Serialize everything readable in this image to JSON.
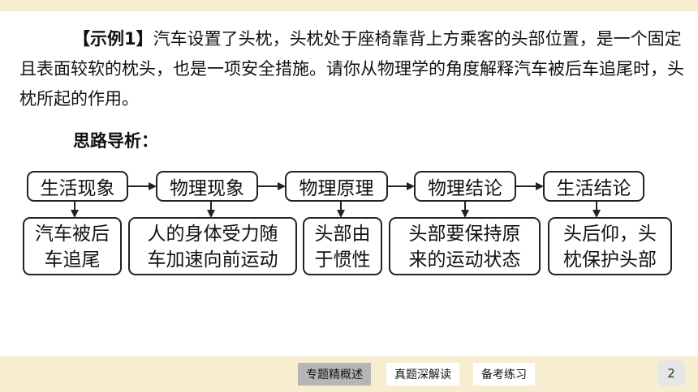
{
  "paragraph": {
    "label": "【示例1】",
    "text": "汽车设置了头枕，头枕处于座椅靠背上方乘客的头部位置，是一个固定且表面较软的枕头，也是一项安全措施。请你从物理学的角度解释汽车被后车追尾时，头枕所起的作用。"
  },
  "heading": "思路导析：",
  "flow": [
    {
      "title": "生活现象",
      "detail_lines": [
        "汽车被后",
        "车追尾"
      ]
    },
    {
      "title": "物理现象",
      "detail_lines": [
        "人的身体受力随",
        "车加速向前运动"
      ]
    },
    {
      "title": "物理原理",
      "detail_lines": [
        "头部由",
        "于惯性"
      ]
    },
    {
      "title": "物理结论",
      "detail_lines": [
        "头部要保持原",
        "来的运动状态"
      ]
    },
    {
      "title": "生活结论",
      "detail_lines": [
        "头后仰，头",
        "枕保护头部"
      ]
    }
  ],
  "nav": {
    "tab1": "专题精概述",
    "tab2": "真题深解读",
    "tab3": "备考练习",
    "page_number": "2"
  }
}
